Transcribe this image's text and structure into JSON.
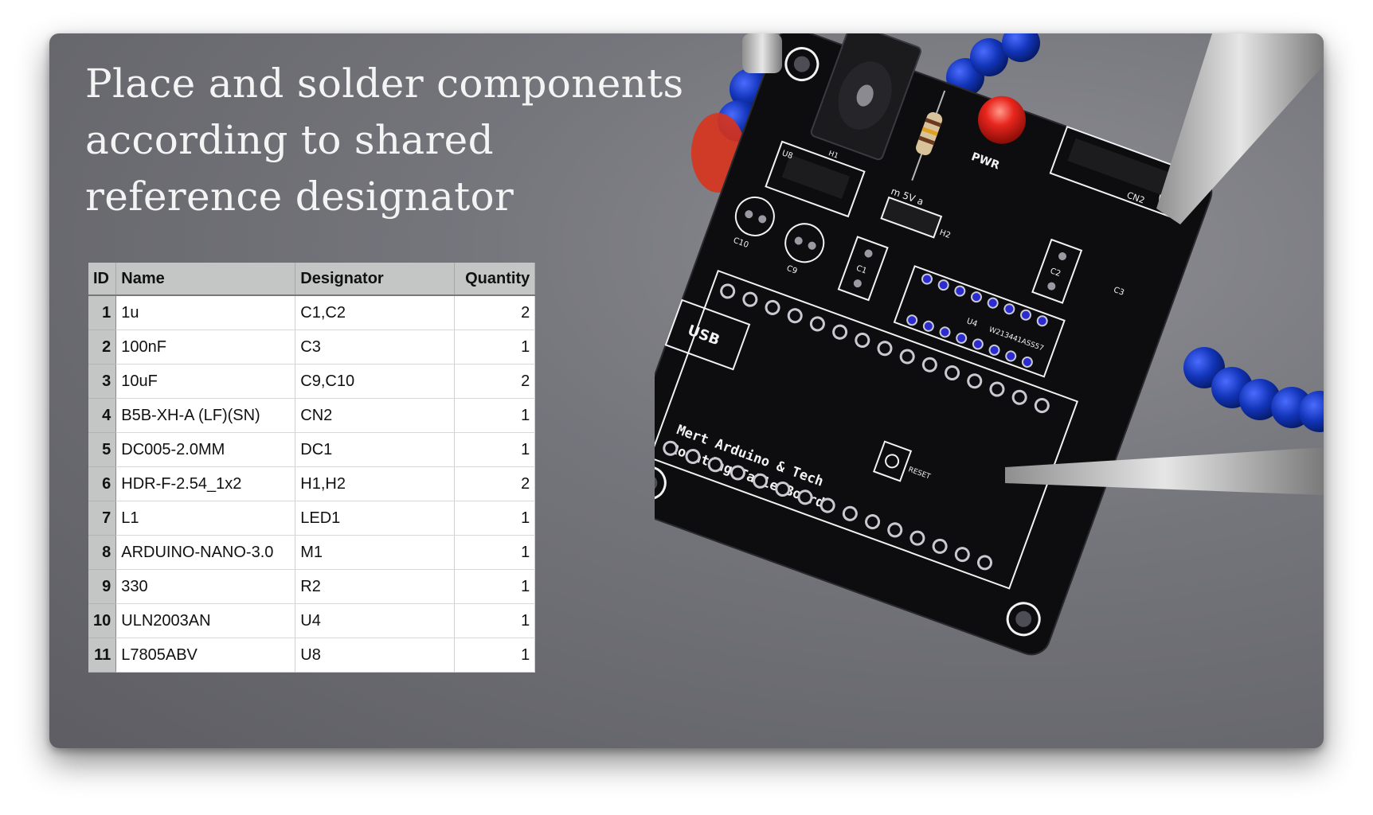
{
  "slide": {
    "title": "Place and solder components according to shared reference designator"
  },
  "bom_table": {
    "headers": {
      "id": "ID",
      "name": "Name",
      "designator": "Designator",
      "quantity": "Quantity"
    },
    "rows": [
      {
        "id": "1",
        "name": "1u",
        "designator": "C1,C2",
        "quantity": "2"
      },
      {
        "id": "2",
        "name": "100nF",
        "designator": "C3",
        "quantity": "1"
      },
      {
        "id": "3",
        "name": "10uF",
        "designator": "C9,C10",
        "quantity": "2"
      },
      {
        "id": "4",
        "name": "B5B-XH-A (LF)(SN)",
        "designator": "CN2",
        "quantity": "1"
      },
      {
        "id": "5",
        "name": "DC005-2.0MM",
        "designator": "DC1",
        "quantity": "1"
      },
      {
        "id": "6",
        "name": "HDR-F-2.54_1x2",
        "designator": "H1,H2",
        "quantity": "2"
      },
      {
        "id": "7",
        "name": "L1",
        "designator": "LED1",
        "quantity": "1"
      },
      {
        "id": "8",
        "name": "ARDUINO-NANO-3.0",
        "designator": "M1",
        "quantity": "1"
      },
      {
        "id": "9",
        "name": "330",
        "designator": "R2",
        "quantity": "1"
      },
      {
        "id": "10",
        "name": "ULN2003AN",
        "designator": "U4",
        "quantity": "1"
      },
      {
        "id": "11",
        "name": "L7805ABV",
        "designator": "U8",
        "quantity": "1"
      }
    ]
  },
  "pcb_photo": {
    "silkscreen": {
      "pwr": "PWR",
      "cn2": "CN2",
      "u8": "U8",
      "h1": "H1",
      "h2": "H2",
      "h2_pins": "m 5V a",
      "c10": "C10",
      "c9": "C9",
      "c1": "C1",
      "c2": "C2",
      "c3": "C3",
      "u4": "U4",
      "ic_marking": "W213441ASS57",
      "usb": "USB",
      "reset": "RESET",
      "board_line1": "Mert Arduino & Tech",
      "board_line2": "Rotating Table Board"
    },
    "colors": {
      "board": "#0d0d0f",
      "silk": "#f2f2f2",
      "led": "#e8261e",
      "arm": "#1234b8"
    }
  }
}
